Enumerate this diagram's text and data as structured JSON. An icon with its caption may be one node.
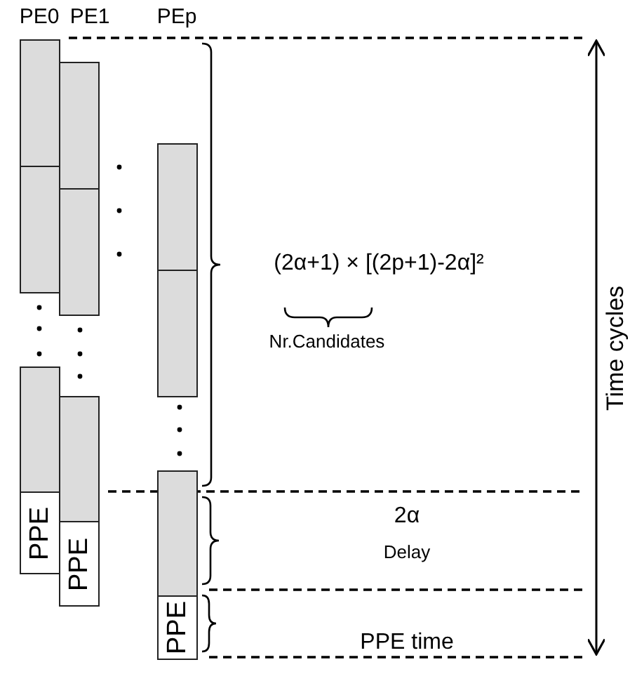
{
  "diagram": {
    "nodes": [
      {
        "text": [],
        "shape": "box"
      },
      {
        "text": [],
        "shape": "box"
      },
      {
        "text": [],
        "shape": "box"
      },
      {
        "text": [
          "PPE"
        ]
      },
      {
        "text": [],
        "shape": "box"
      },
      {
        "text": [],
        "shape": "box"
      },
      {
        "text": [],
        "shape": "box"
      },
      {
        "text": [
          "PPE"
        ]
      },
      {
        "text": [],
        "shape": "box"
      },
      {
        "text": [],
        "shape": "box"
      },
      {
        "text": [],
        "shape": "box"
      },
      {
        "text": [
          "PPE"
        ]
      }
    ],
    "labels": [
      "PE0",
      "PE1",
      "PEp",
      "(2α+1) × [(2p+1)-2α]²",
      "Nr.Candidates",
      "2α",
      "Delay",
      "PPE time",
      "Time cycles"
    ]
  }
}
